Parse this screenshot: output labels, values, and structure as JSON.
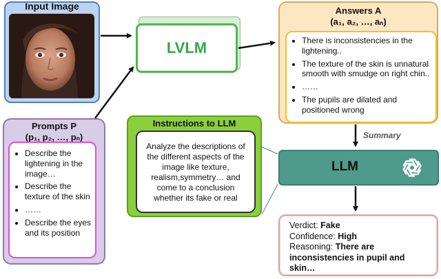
{
  "input_image": {
    "title": "Input Image"
  },
  "prompts": {
    "title_line1": "Prompts P",
    "title_line2": "(p₁, p₂, …, pₙ)",
    "items": [
      "Describe the lightening in the image…",
      "Describe the texture of the skin",
      "……",
      "Describe the eyes and its position"
    ]
  },
  "lvlm": {
    "label": "LVLM"
  },
  "answers": {
    "title_line1": "Answers A",
    "title_line2": "(a₁, a₂, …, aₙ)",
    "items": [
      "There is inconsistencies in the lightening..",
      "The texture of the skin is unnatural smooth with smudge on right chin..",
      "……",
      "The pupils are dilated and positioned wrong"
    ]
  },
  "instructions": {
    "title": "Instructions to LLM",
    "text": "Analyze the descriptions of the different aspects of the image like texture, realism,symmetry… and come to a conclusion whether its fake or real"
  },
  "summary": {
    "label": "Summary"
  },
  "llm": {
    "label": "LLM",
    "logo": "openai-logo-icon"
  },
  "verdict": {
    "verdict_key": "Verdict:",
    "verdict_value": "Fake",
    "confidence_key": "Confidence:",
    "confidence_value": "High",
    "reasoning_key": "Reasoning:",
    "reasoning_value": "There are inconsistencies in pupil and skin…"
  },
  "colors": {
    "lvlm_green": "#32a84a",
    "llm_teal": "#4e9b8d",
    "prompt_border": "#e64ad8",
    "answer_border": "#f0c030"
  }
}
